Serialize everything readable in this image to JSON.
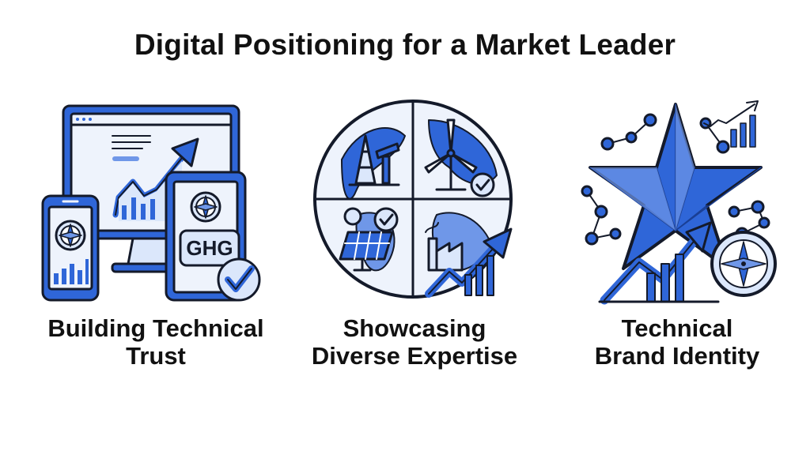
{
  "title": "Digital Positioning for a Market Leader",
  "colors": {
    "primary_blue": "#2f66d8",
    "light_blue": "#dbe7fb",
    "mid_blue": "#6f97e8",
    "outline": "#141a2a"
  },
  "panels": [
    {
      "caption_line1": "Building Technical",
      "caption_line2": "Trust",
      "screen_badge": "GHG",
      "icons": [
        "desktop-monitor-icon",
        "smartphone-icon",
        "tablet-icon",
        "compass-icon",
        "bar-chart-icon",
        "trend-arrow-icon",
        "checkmark-icon"
      ]
    },
    {
      "caption_line1": "Showcasing",
      "caption_line2": "Diverse Expertise",
      "icons": [
        "globe-icon",
        "oil-rig-icon",
        "wind-turbine-icon",
        "solar-panel-icon",
        "factory-icon",
        "checkmark-icon",
        "trend-arrow-icon"
      ]
    },
    {
      "caption_line1": "Technical",
      "caption_line2": "Brand Identity",
      "icons": [
        "star-icon",
        "network-nodes-icon",
        "compass-icon",
        "bar-chart-icon",
        "trend-arrow-icon"
      ]
    }
  ]
}
